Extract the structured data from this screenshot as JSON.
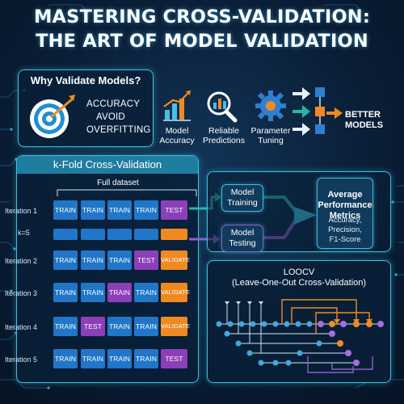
{
  "title": {
    "line1": "MASTERING CROSS-VALIDATION:",
    "line2": "THE ART OF MODEL VALIDATION"
  },
  "why": {
    "title": "Why Validate Models?",
    "lines": [
      "ACCURACY",
      "AVOID",
      "OVERFITTING"
    ],
    "icon": "target-icon"
  },
  "benefits": [
    {
      "line1": "Model",
      "line2": "Accuracy",
      "icon": "bar-chart-icon"
    },
    {
      "line1": "Reliable",
      "line2": "Predictions",
      "icon": "magnifier-chart-icon"
    },
    {
      "line1": "Parameter",
      "line2": "Tuning",
      "icon": "gear-icon"
    }
  ],
  "better": {
    "line1": "BETTER",
    "line2": "MODELS"
  },
  "kfold": {
    "title": "k-Fold Cross-Validation",
    "dataset_label": "Full dataset",
    "k_label": "k=5",
    "iterations": [
      {
        "label": "Iteration 1",
        "folds": [
          {
            "type": "train",
            "text": "TRAIN"
          },
          {
            "type": "train",
            "text": "TRAIN"
          },
          {
            "type": "train",
            "text": "TRAIN"
          },
          {
            "type": "train",
            "text": "TRAIN"
          },
          {
            "type": "test",
            "text": "TEST"
          }
        ]
      },
      {
        "label": "Iteration 2",
        "folds": [
          {
            "type": "train",
            "text": "TRAIN"
          },
          {
            "type": "train",
            "text": "TRAIN"
          },
          {
            "type": "train",
            "text": "TRAIN"
          },
          {
            "type": "test",
            "text": "TEST"
          },
          {
            "type": "validate",
            "text": "VALIDATE"
          }
        ]
      },
      {
        "label": "Iteration 3",
        "folds": [
          {
            "type": "train",
            "text": "TRAIN"
          },
          {
            "type": "train",
            "text": "TRAIN"
          },
          {
            "type": "test",
            "text": "TRAIN"
          },
          {
            "type": "train",
            "text": "TRAIN"
          },
          {
            "type": "validate",
            "text": "VALIDATE"
          }
        ]
      },
      {
        "label": "Iteration 4",
        "folds": [
          {
            "type": "train",
            "text": "TRAIN"
          },
          {
            "type": "test",
            "text": "TEST"
          },
          {
            "type": "train",
            "text": "TRAIN"
          },
          {
            "type": "train",
            "text": "TRAIN"
          },
          {
            "type": "validate",
            "text": "VALIDATE"
          }
        ]
      },
      {
        "label": "Iteration 5",
        "folds": [
          {
            "type": "train",
            "text": "TRAIN"
          },
          {
            "type": "train",
            "text": "TRAIN"
          },
          {
            "type": "train",
            "text": "TRAIN"
          },
          {
            "type": "train",
            "text": "TRAIN"
          },
          {
            "type": "test",
            "text": "TEST"
          }
        ]
      }
    ],
    "k_row": [
      "train",
      "train",
      "train",
      "train",
      "validate"
    ]
  },
  "model_training": {
    "line1": "Model",
    "line2": "Training"
  },
  "model_testing": {
    "line1": "Model",
    "line2": "Testing"
  },
  "average_performance": {
    "title_line1": "Average",
    "title_line2": "Performance",
    "title_line3": "Metrics",
    "sub_line1": "Accuracy,",
    "sub_line2": "Precision,",
    "sub_line3": "F1-Score"
  },
  "loocv": {
    "title_line1": "LOOCV",
    "title_line2": "(Leave-One-Out Cross-Validation)"
  },
  "colors": {
    "train": "#2176c8",
    "test": "#8b3fb8",
    "validate": "#ef8a22",
    "accent": "#3fbfe0",
    "teal": "#2bb3a6",
    "purple": "#8b5fc8"
  }
}
